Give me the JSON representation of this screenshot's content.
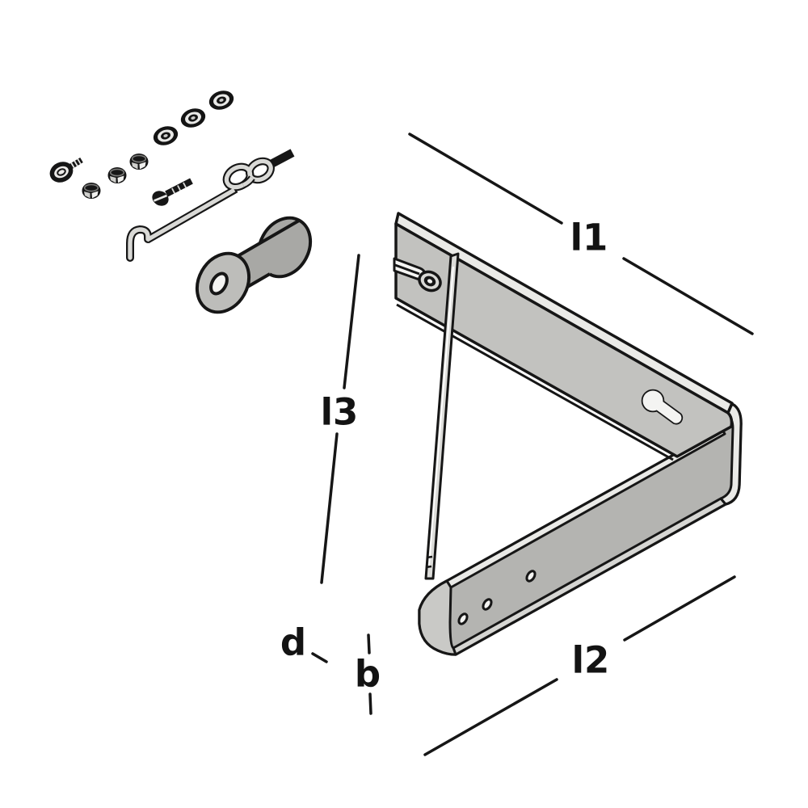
{
  "diagram": {
    "kind": "technical-parts-illustration",
    "dimension_labels": {
      "l1": "l1",
      "l3": "l3",
      "l2": "l2",
      "d": "d",
      "b": "b"
    },
    "parts": [
      {
        "name": "flat-washer",
        "count": 3
      },
      {
        "name": "hex-lock-nut",
        "count": 3
      },
      {
        "name": "eye-screw",
        "count": 1
      },
      {
        "name": "slotted-machine-screw",
        "count": 1
      },
      {
        "name": "gate-hook-with-eye-link-bolt",
        "count": 1
      },
      {
        "name": "roller-spacer",
        "count": 1
      },
      {
        "name": "triangular-wall-bracket-with-stay-rod",
        "count": 1
      }
    ],
    "colors": {
      "outline": "#161616",
      "bar_face": "#c2c2bf",
      "strip_face": "#b4b4b1",
      "edge_band": "#eaeae7",
      "cap": "#c9c9c6",
      "bottom_band": "#d6d6d3",
      "hole_fill": "#f4f4f2",
      "hardware_dark": "#161616",
      "hardware_light": "#d9d9d6",
      "roller_body": "#a8a8a5",
      "roller_face": "#bdbdba",
      "rod_fill": "#dcdcd9",
      "label_color": "#131313",
      "background": "#ffffff"
    }
  }
}
